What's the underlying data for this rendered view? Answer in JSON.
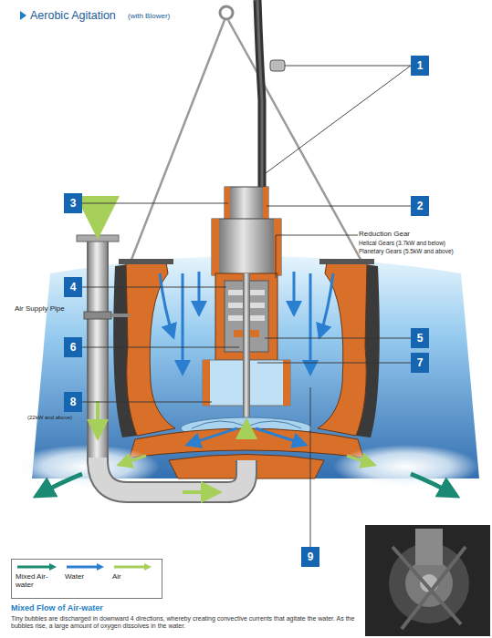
{
  "diagram": {
    "title": "Aerobic Agitation",
    "caption": "Mixed Flow of Air-water",
    "labels": [
      "(with Blower)",
      "1",
      "3",
      "2",
      "Reduction Gear",
      "Helical Gears (3.7kW and below)",
      "Planetary Gears (5.5kW and above)",
      "4",
      "Air Supply Pipe",
      "5",
      "6",
      "7",
      "8",
      "(22kW and above)",
      "9",
      "Tiny bubbles are discharged in downward 4 directions, whereby creating convective currents that agitate the water. As the bubbles rise, a large amount of oxygen dissolves in the water."
    ],
    "legend": [
      {
        "text": "Mixed Air-water"
      },
      {
        "text": "Water"
      },
      {
        "text": "Air"
      }
    ]
  }
}
